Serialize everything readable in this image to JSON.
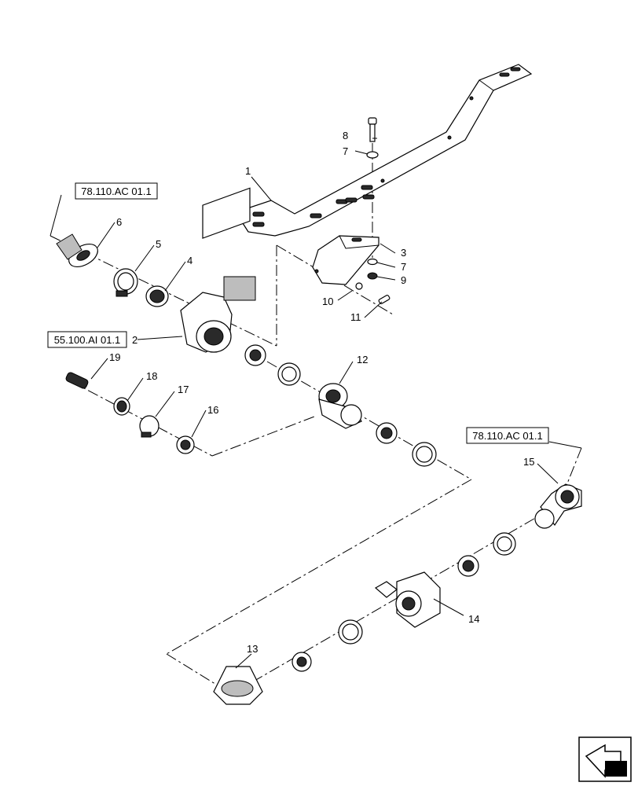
{
  "references": {
    "r1": "78.110.AC 01.1",
    "r2": "55.100.AI 01.1",
    "r3": "78.110.AC 01.1"
  },
  "callouts": {
    "c1": "1",
    "c2": "2",
    "c3": "3",
    "c4": "4",
    "c5": "5",
    "c6": "6",
    "c7a": "7",
    "c7b": "7",
    "c8": "8",
    "c9": "9",
    "c10": "10",
    "c11": "11",
    "c12": "12",
    "c13": "13",
    "c14": "14",
    "c15": "15",
    "c16": "16",
    "c17": "17",
    "c18": "18",
    "c19": "19"
  },
  "icons": {
    "nav": "return-arrow-icon"
  },
  "colors": {
    "line": "#000000",
    "background": "#ffffff",
    "shade": "#2a2a2a"
  }
}
